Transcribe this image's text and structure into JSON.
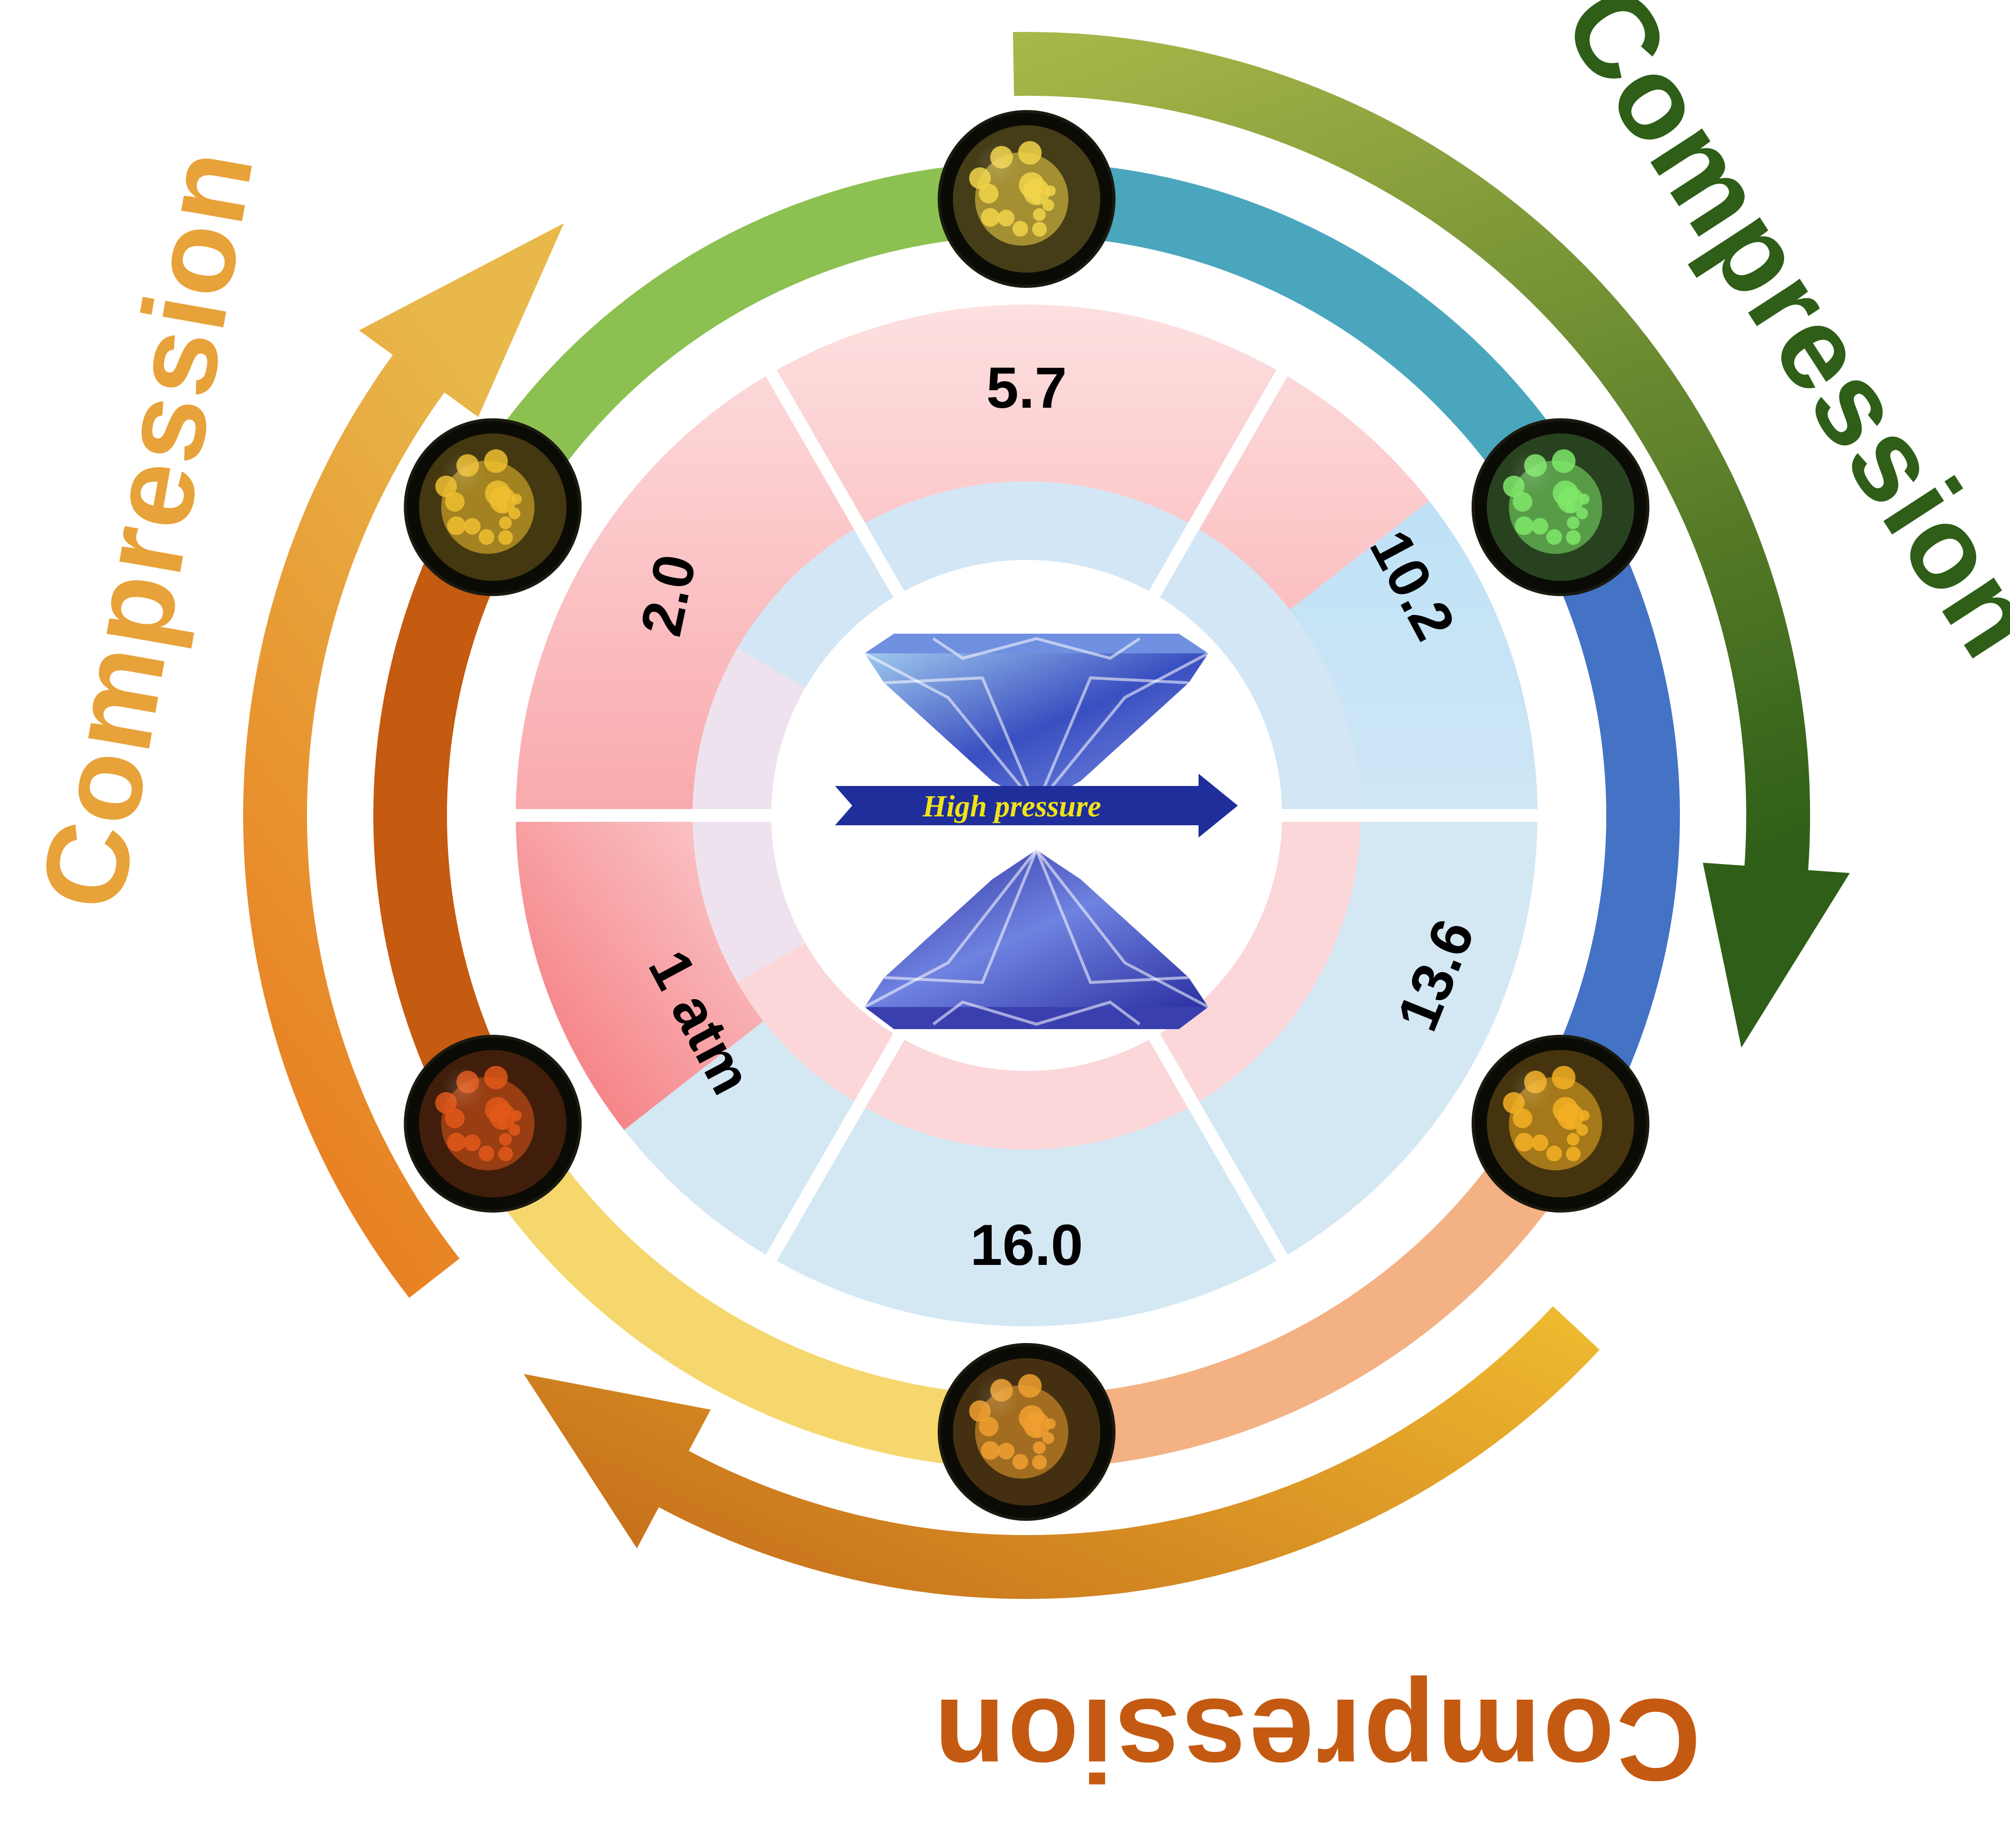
{
  "compression_label": "Compression",
  "center_arrow_label": "High pressure",
  "pressure_labels": [
    "5.7",
    "10.2",
    "13.6",
    "16.0",
    "1 atm",
    "2.0"
  ],
  "colors": {
    "ring_top_green": "#8cc152",
    "ring_top_teal": "#4aa6bd",
    "ring_right_blue": "#4472c4",
    "ring_bottom_salmon": "#f4b183",
    "ring_bottom_yellow": "#f5d76e",
    "ring_left_brown": "#c55a11",
    "arrow_left": [
      "#e8751a",
      "#e8b84a"
    ],
    "arrow_right": [
      "#a9b84a",
      "#2e5e17"
    ],
    "arrow_bottom": [
      "#f0bc30",
      "#c8731c"
    ],
    "text_left_compression": "#e8a23a",
    "text_right_compression": "#2e5e17",
    "text_bottom_compression": "#c45a11",
    "sector_pink": "#fbd6d8",
    "sector_blue": "#d4e8f4"
  },
  "emission_colors": [
    "#f2d54a",
    "#7fe86a",
    "#f4b024",
    "#f0a030",
    "#e2581a",
    "#f0c030"
  ]
}
